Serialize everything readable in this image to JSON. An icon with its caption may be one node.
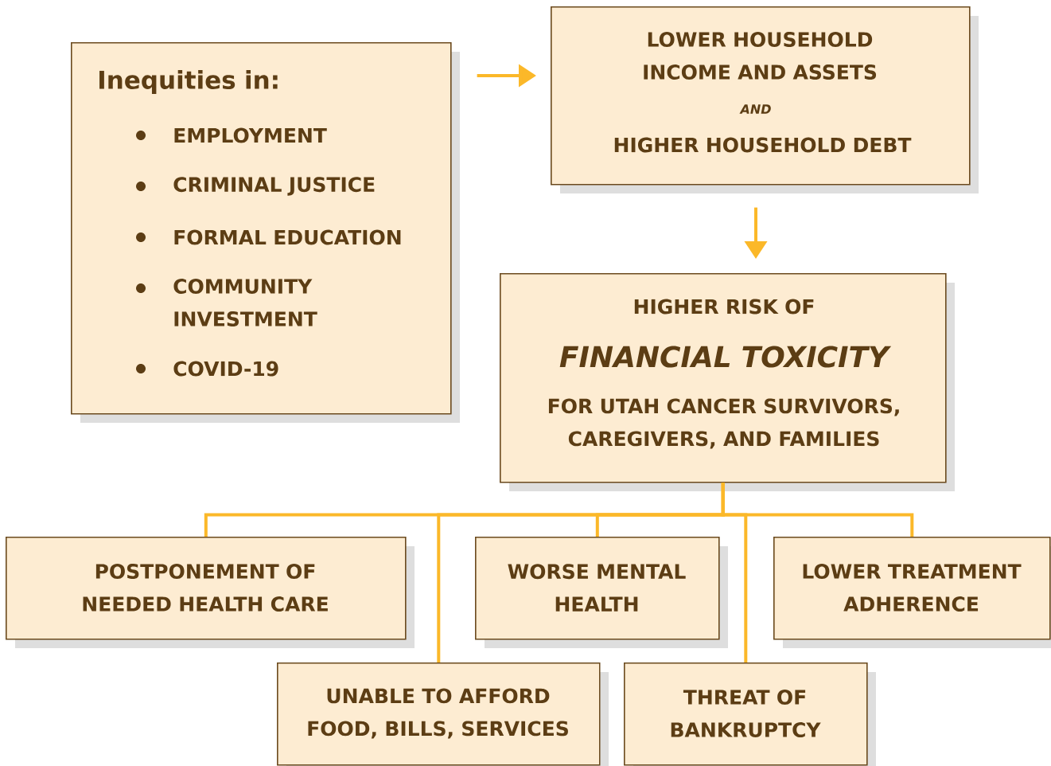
{
  "diagram": {
    "nodes": [
      {
        "text": [
          "Inequities in:",
          "EMPLOYMENT",
          "CRIMINAL JUSTICE",
          "FORMAL EDUCATION",
          "COMMUNITY INVESTMENT",
          "COVID-19"
        ]
      },
      {
        "text": [
          "LOWER HOUSEHOLD INCOME AND ASSETS",
          "AND",
          "HIGHER HOUSEHOLD DEBT"
        ]
      },
      {
        "text": [
          "HIGHER RISK OF",
          "FINANCIAL TOXICITY",
          "FOR UTAH CANCER SURVIVORS, CAREGIVERS, AND FAMILIES"
        ]
      },
      {
        "text": [
          "POSTPONEMENT OF NEEDED HEALTH CARE"
        ]
      },
      {
        "text": [
          "WORSE MENTAL HEALTH"
        ]
      },
      {
        "text": [
          "LOWER TREATMENT ADHERENCE"
        ]
      },
      {
        "text": [
          "UNABLE TO AFFORD FOOD, BILLS, SERVICES"
        ]
      },
      {
        "text": [
          "THREAT OF BANKRUPTCY"
        ]
      }
    ],
    "edges": [
      {
        "from": 0,
        "to": 1,
        "arrow": "to"
      },
      {
        "from": 1,
        "to": 2,
        "arrow": "to"
      },
      {
        "from": 2,
        "to": 3,
        "arrow": "none"
      },
      {
        "from": 2,
        "to": 4,
        "arrow": "none"
      },
      {
        "from": 2,
        "to": 5,
        "arrow": "none"
      },
      {
        "from": 2,
        "to": 6,
        "arrow": "none"
      },
      {
        "from": 2,
        "to": 7,
        "arrow": "none"
      }
    ]
  }
}
